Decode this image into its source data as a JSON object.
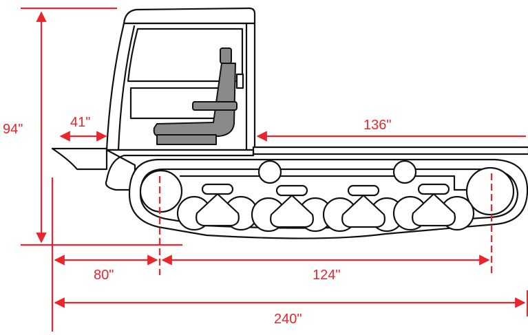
{
  "diagram": {
    "colors": {
      "dimension": "#e8262b",
      "outline": "#111111",
      "seat": "#8a8a8a",
      "background": "#ffffff"
    },
    "dimensions": {
      "height": "94\"",
      "front_overhang": "41\"",
      "deck_length": "136\"",
      "front_to_axle": "80\"",
      "axle_spacing": "124\"",
      "overall_length": "240\""
    }
  }
}
